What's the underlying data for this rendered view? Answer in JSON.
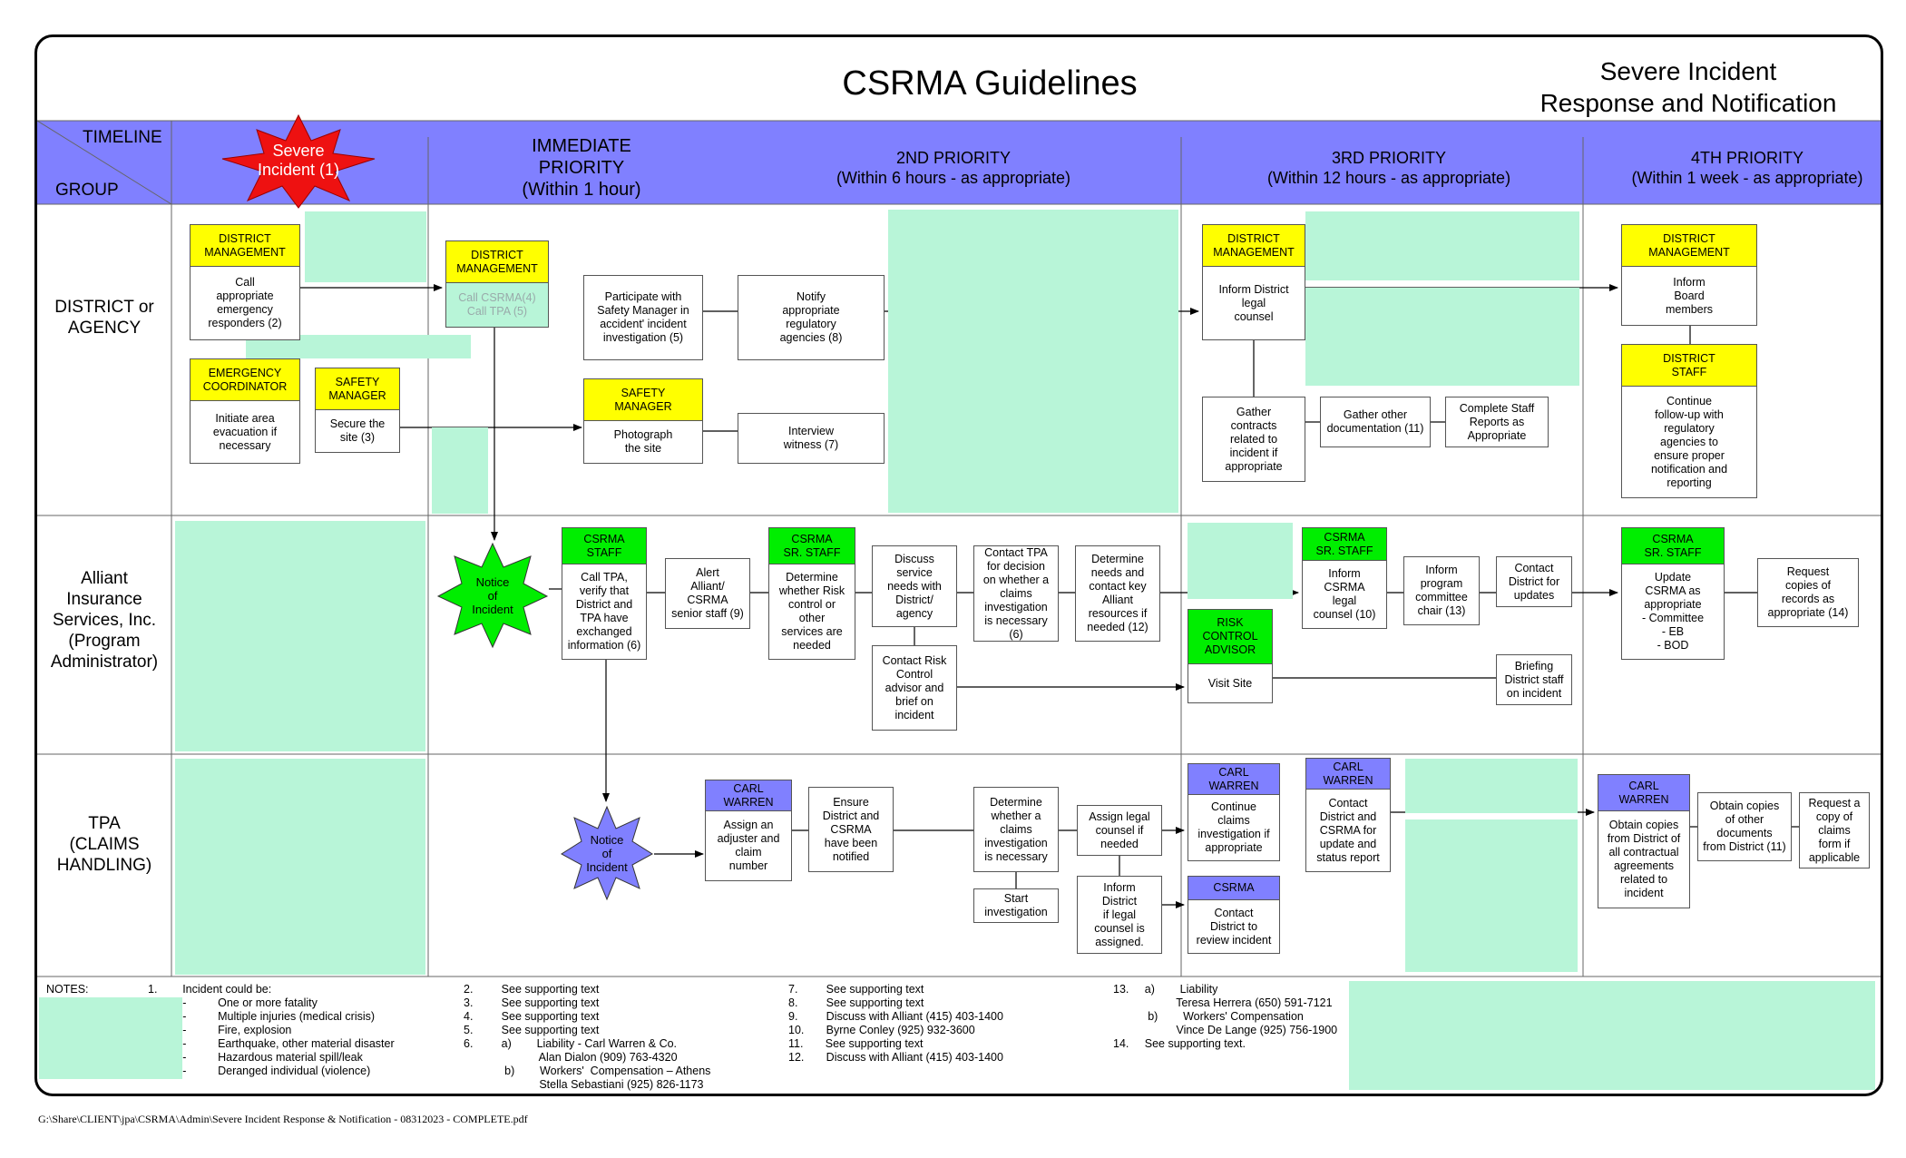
{
  "title": "CSRMA Guidelines",
  "subtitle": "Severe Incident\nResponse and Notification",
  "header": {
    "timeline": "TIMELINE",
    "group": "GROUP",
    "severe_incident": "Severe\nIncident (1)",
    "columns": [
      "IMMEDIATE\nPRIORITY\n(Within 1 hour)",
      "2ND PRIORITY\n(Within 6 hours - as appropriate)",
      "3RD PRIORITY\n(Within 12 hours - as appropriate)",
      "4TH PRIORITY\n(Within 1 week - as appropriate)"
    ]
  },
  "rows": [
    "DISTRICT or\nAGENCY",
    "Alliant\nInsurance\nServices, Inc.\n(Program\nAdministrator)",
    "TPA\n(CLAIMS\nHANDLING)"
  ],
  "boxes": {
    "dm1": {
      "header": "DISTRICT\nMANAGEMENT",
      "body": "Call\nappropriate\nemergency\nresponders (2)"
    },
    "ec": {
      "header": "EMERGENCY\nCOORDINATOR",
      "body": "Initiate area\nevacuation if\nnecessary"
    },
    "sm1": {
      "header": "SAFETY\nMANAGER",
      "body": "Secure the\nsite (3)"
    },
    "dm2": {
      "header": "DISTRICT\nMANAGEMENT",
      "body": "Call CSRMA(4)\nCall TPA (5)"
    },
    "participate": "Participate with\nSafety Manager in\naccident' incident\ninvestigation (5)",
    "notify_agencies": "Notify\nappropriate\nregulatory\nagencies (8)",
    "sm2": {
      "header": "SAFETY\nMANAGER",
      "body": "Photograph\nthe site"
    },
    "interview": "Interview\nwitness (7)",
    "dm3": {
      "header": "DISTRICT\nMANAGEMENT",
      "body": "Inform District\nlegal\ncounsel"
    },
    "gather_contracts": "Gather\ncontracts\nrelated to\nincident if\nappropriate",
    "gather_docs": "Gather other\ndocumentation (11)",
    "complete_staff": "Complete Staff\nReports as\nAppropriate",
    "dm4": {
      "header": "DISTRICT\nMANAGEMENT",
      "body": "Inform\nBoard\nmembers"
    },
    "ds": {
      "header": "DISTRICT\nSTAFF",
      "body": "Continue\nfollow-up with\nregulatory\nagencies to\nensure proper\nnotification and\nreporting"
    },
    "notice_green": "Notice\nof\nIncident",
    "cs1": {
      "header": "CSRMA\nSTAFF",
      "body": "Call TPA,\nverify that\nDistrict and\nTPA have\nexchanged\ninformation (6)"
    },
    "alert": "Alert\nAlliant/\nCSRMA\nsenior staff (9)",
    "css1": {
      "header": "CSRMA\nSR. STAFF",
      "body": "Determine\nwhether Risk\ncontrol or\nother\nservices are\nneeded"
    },
    "discuss": "Discuss\nservice\nneeds with\nDistrict/\nagency",
    "contact_tpa": "Contact TPA\nfor decision\non whether a\nclaims\ninvestigation\nis necessary\n(6)",
    "determine_needs": "Determine\nneeds and\ncontact key\nAlliant\nresources if\nneeded (12)",
    "contact_risk": "Contact Risk\nControl\nadvisor and\nbrief on\nincident",
    "css2": {
      "header": "CSRMA\nSR. STAFF",
      "body": "Inform\nCSRMA\nlegal\ncounsel (10)"
    },
    "inform_program": "Inform\nprogram\ncommittee\nchair (13)",
    "contact_district": "Contact\nDistrict for\nupdates",
    "rca": {
      "header": "RISK\nCONTROL\nADVISOR",
      "body": "Visit Site"
    },
    "briefing": "Briefing\nDistrict staff\non incident",
    "css3": {
      "header": "CSRMA\nSR. STAFF",
      "body": "Update\nCSRMA as\nappropriate\n- Committee\n- EB\n- BOD"
    },
    "request_copies": "Request\ncopies of\nrecords as\nappropriate (14)",
    "notice_blue": "Notice\nof\nIncident",
    "cw1": {
      "header": "CARL\nWARREN",
      "body": "Assign an\nadjuster and\nclaim\nnumber"
    },
    "ensure": "Ensure\nDistrict and\nCSRMA\nhave been\nnotified",
    "determine_claims": "Determine\nwhether a\nclaims\ninvestigation\nis necessary",
    "start_inv": "Start\ninvestigation",
    "assign_legal": "Assign legal\ncounsel if\nneeded",
    "inform_district": "Inform\nDistrict\nif legal\ncounsel is\nassigned.",
    "cw2": {
      "header": "CARL\nWARREN",
      "body": "Continue\nclaims\ninvestigation if\nappropriate"
    },
    "cw3": {
      "header": "CARL\nWARREN",
      "body": "Contact\nDistrict and\nCSRMA for\nupdate and\nstatus report"
    },
    "csrma_tpa": {
      "header": "CSRMA",
      "body": "Contact\nDistrict to\nreview incident"
    },
    "cw4": {
      "header": "CARL\nWARREN",
      "body": "Obtain copies\nfrom District of\nall contractual\nagreements\nrelated to\nincident"
    },
    "obtain_other": "Obtain copies\nof other\ndocuments\nfrom District (11)",
    "request_claims": "Request a\ncopy of\nclaims\nform if\napplicable"
  },
  "notes": {
    "label": "NOTES:",
    "col1": "1.        Incident could be:\n           -          One or more fatality\n           -          Multiple injuries (medical crisis)\n           -          Fire, explosion\n           -          Earthquake, other material disaster\n           -          Hazardous material spill/leak\n           -          Deranged individual (violence)",
    "col2": "2.         See supporting text\n3.         See supporting text\n4.         See supporting text\n5.         See supporting text\n6.         a)        Liability - Carl Warren & Co.\n                        Alan Dialon (909) 763-4320\n             b)        Workers'  Compensation – Athens\n                        Stella Sebastiani (925) 826-1173",
    "col3": "7.         See supporting text\n8.         See supporting text\n9.         Discuss with Alliant (415) 403-1400\n10.       Byrne Conley (925) 932-3600\n11.       See supporting text\n12.       Discuss with Alliant (415) 403-1400",
    "col4": "13.     a)        Liability\n                    Teresa Herrera (650) 591-7121\n           b)        Workers' Compensation\n                    Vince De Lange (925) 756-1900\n14.     See supporting text."
  },
  "footer": "G:\\Share\\CLIENT\\jpa\\CSRMA\\Admin\\Severe Incident Response & Notification - 08312023 - COMPLETE.pdf",
  "colors": {
    "header_band": "#8080ff",
    "yellow": "#ffff00",
    "green": "#00ee00",
    "blue": "#8080ff",
    "red": "#ee1111",
    "mint": "#b8f5d8"
  }
}
